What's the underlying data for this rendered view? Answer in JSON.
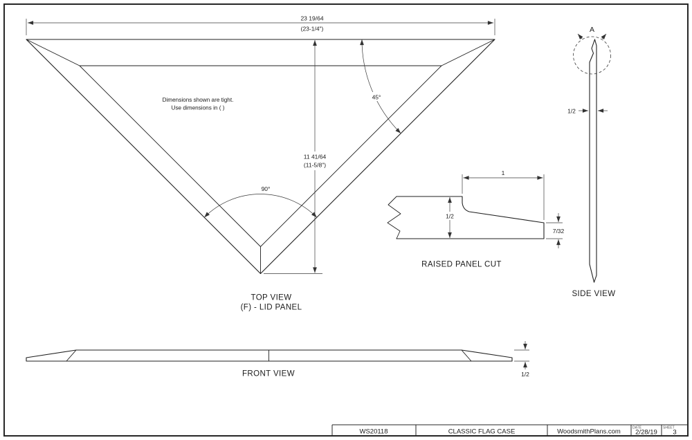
{
  "drawing": {
    "top_view": {
      "dim_width": "23 19/64",
      "dim_width_alt": "(23-1/4\")",
      "dim_height": "11 41/64",
      "dim_height_alt": "(11-5/8\")",
      "angle_right": "45°",
      "angle_apex": "90°",
      "note_line1": "Dimensions shown are tight.",
      "note_line2": "Use dimensions in ( )",
      "title": "TOP VIEW",
      "subtitle": "(F) - LID PANEL"
    },
    "raised_panel_cut": {
      "title": "RAISED PANEL CUT",
      "dim_width": "1",
      "dim_thickness": "1/2",
      "dim_tongue": "7/32"
    },
    "side_view": {
      "title": "SIDE VIEW",
      "detail_marker": "A",
      "dim_thickness": "1/2"
    },
    "front_view": {
      "title": "FRONT VIEW",
      "dim_thickness": "1/2"
    }
  },
  "title_block": {
    "plan_number": "WS20118",
    "plan_title": "CLASSIC FLAG CASE",
    "publisher": "WoodsmithPlans.com",
    "date_label": "DATE",
    "date": "2/28/19",
    "sheet_label": "SHEET",
    "sheet": "3"
  },
  "colors": {
    "line": "#1f1f1f",
    "dim_line": "#3a3a3a",
    "background": "#ffffff"
  }
}
